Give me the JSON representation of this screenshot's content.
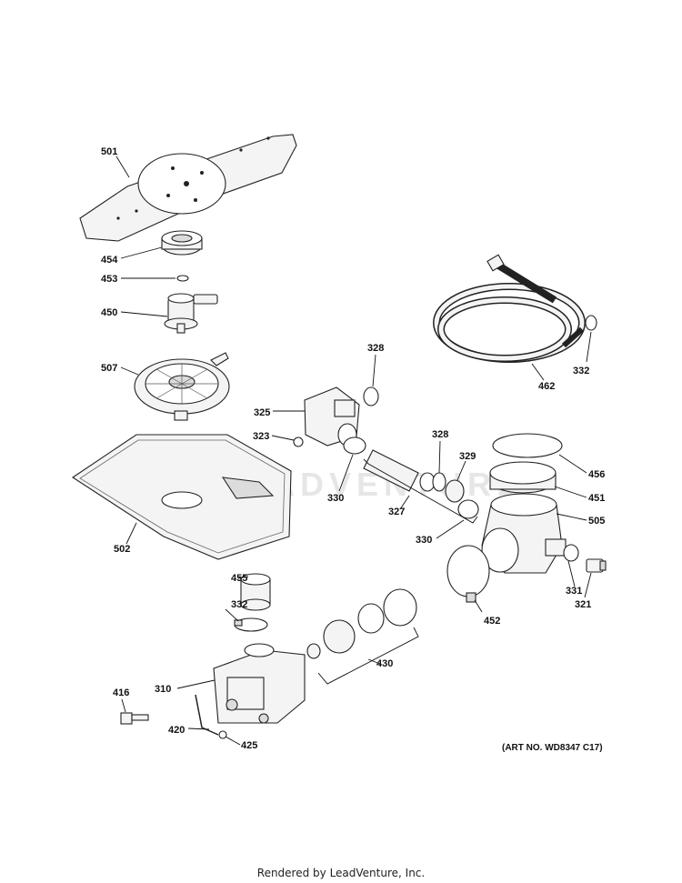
{
  "callouts": {
    "c501": "501",
    "c454": "454",
    "c453": "453",
    "c450": "450",
    "c507": "507",
    "c502": "502",
    "c455": "455",
    "c332a": "332",
    "c310": "310",
    "c416": "416",
    "c420": "420",
    "c425": "425",
    "c430": "430",
    "c328a": "328",
    "c325": "325",
    "c323": "323",
    "c330a": "330",
    "c328b": "328",
    "c329": "329",
    "c327": "327",
    "c330b": "330",
    "c462": "462",
    "c332b": "332",
    "c456": "456",
    "c451": "451",
    "c505": "505",
    "c331": "331",
    "c321": "321",
    "c452": "452"
  },
  "art_number": "(ART NO. WD8347 C17)",
  "watermark": "LEADVENTURE",
  "footer": "Rendered by LeadVenture, Inc."
}
